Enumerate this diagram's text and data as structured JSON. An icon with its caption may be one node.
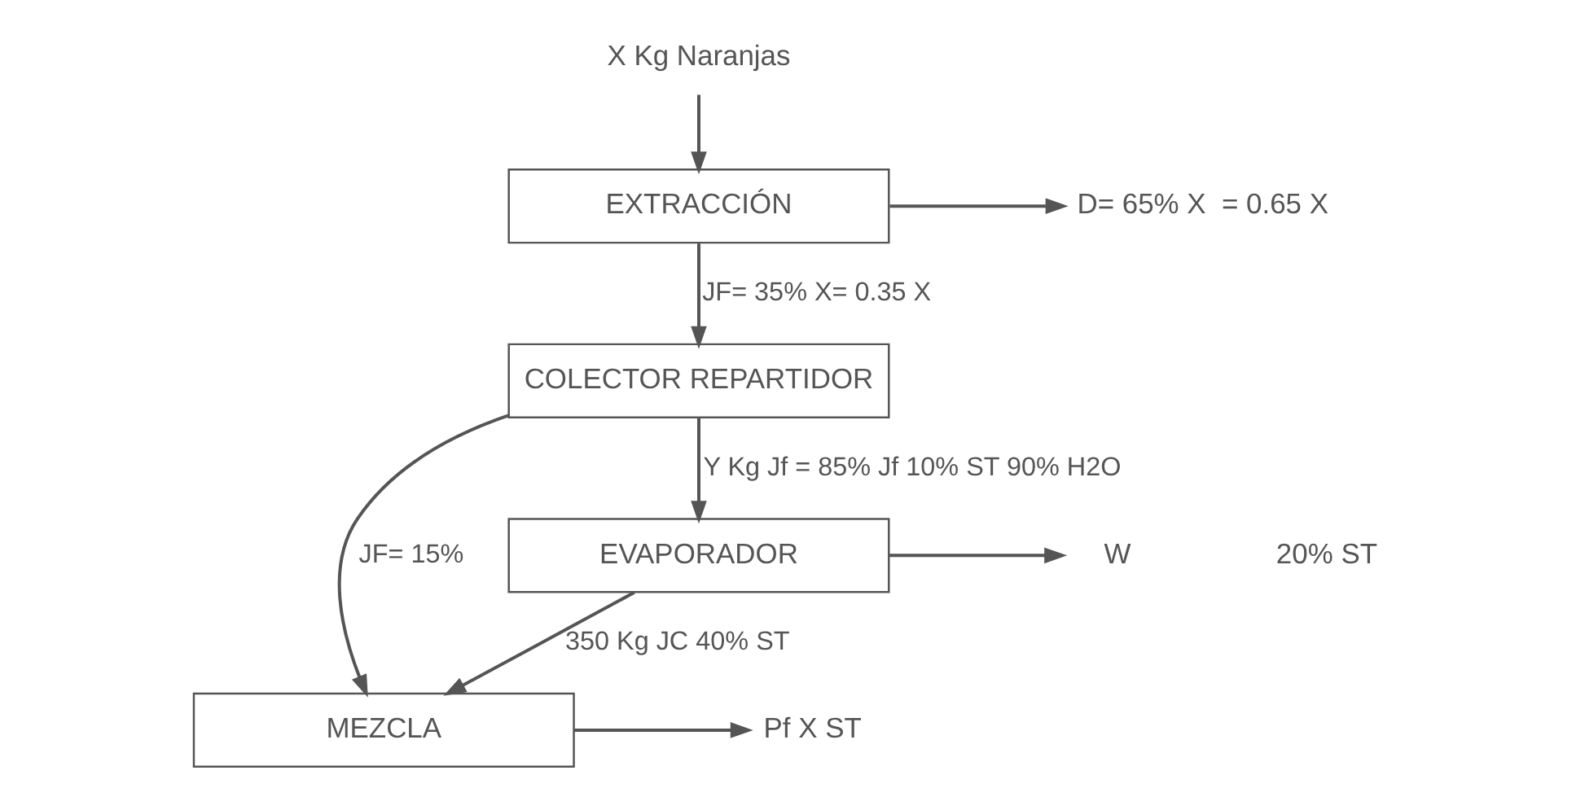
{
  "diagram": {
    "nodes": [
      {
        "text": [
          "X Kg Naranjas"
        ]
      },
      {
        "text": [
          "EXTRACCIÓN"
        ]
      },
      {
        "text": [
          "D= 65% X  = 0.65 X"
        ]
      },
      {
        "text": [
          "COLECTOR REPARTIDOR"
        ]
      },
      {
        "text": [
          "MEZCLA"
        ]
      },
      {
        "text": [
          "EVAPORADOR"
        ]
      },
      {
        "text": [
          "W"
        ]
      },
      {
        "text": [
          "Pf X ST"
        ]
      }
    ],
    "edges": [
      {
        "from": 0,
        "to": 1,
        "arrow": "to"
      },
      {
        "from": 1,
        "to": 2,
        "arrow": "to"
      },
      {
        "from": 1,
        "to": 3,
        "arrow": "to",
        "label": "JF= 35% X= 0.35 X"
      },
      {
        "from": 3,
        "to": 4,
        "arrow": "to",
        "label": "JF= 15%"
      },
      {
        "from": 3,
        "to": 5,
        "arrow": "to",
        "label": "Y Kg Jf = 85% Jf 10% ST 90% H2O"
      },
      {
        "from": 5,
        "to": 4,
        "arrow": "to",
        "label": "350 Kg JC 40% ST"
      },
      {
        "from": 5,
        "to": 6,
        "arrow": "to"
      },
      {
        "from": 4,
        "to": 7,
        "arrow": "to"
      }
    ],
    "labels": [
      "20% ST"
    ]
  }
}
